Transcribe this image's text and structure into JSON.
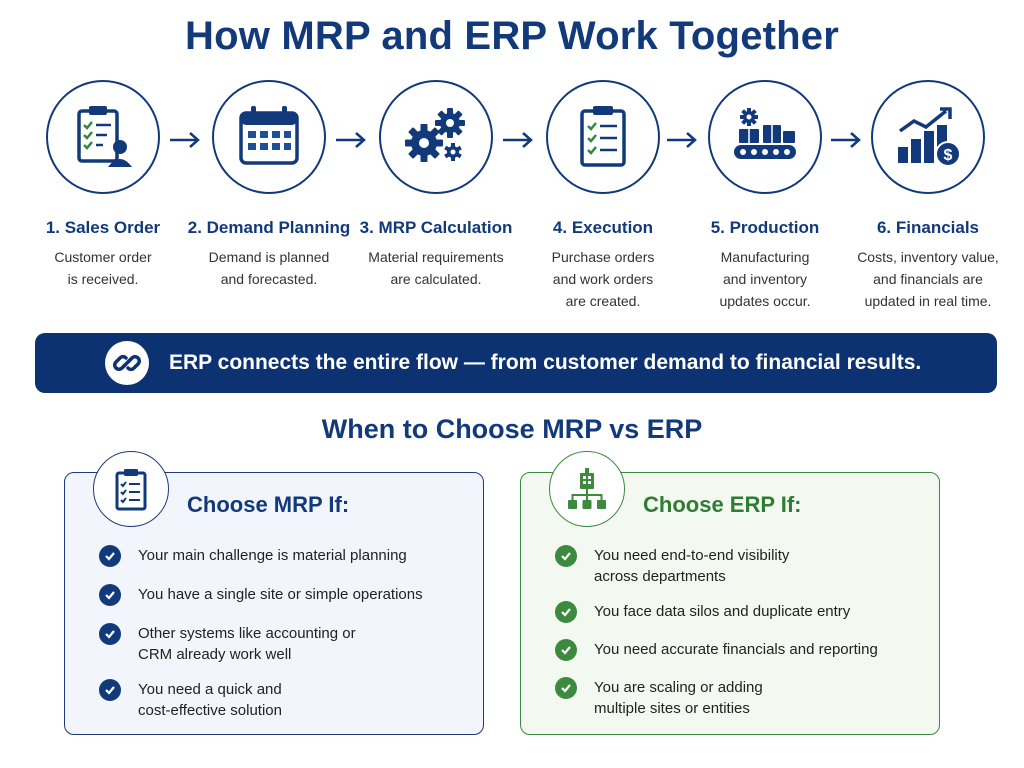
{
  "title": "How MRP and ERP Work Together",
  "steps": [
    {
      "title": "1. Sales Order",
      "desc_line1": "Customer order",
      "desc_line2": "is received.",
      "desc_line3": "",
      "icon": "clipboard-user-icon"
    },
    {
      "title": "2. Demand Planning",
      "desc_line1": "Demand is planned",
      "desc_line2": "and forecasted.",
      "desc_line3": "",
      "icon": "calendar-icon"
    },
    {
      "title": "3. MRP Calculation",
      "desc_line1": "Material requirements",
      "desc_line2": "are calculated.",
      "desc_line3": "",
      "icon": "gears-icon"
    },
    {
      "title": "4. Execution",
      "desc_line1": "Purchase orders",
      "desc_line2": "and work orders",
      "desc_line3": "are created.",
      "icon": "checklist-icon"
    },
    {
      "title": "5. Production",
      "desc_line1": "Manufacturing",
      "desc_line2": "and inventory",
      "desc_line3": "updates occur.",
      "icon": "conveyor-icon"
    },
    {
      "title": "6. Financials",
      "desc_line1": "Costs, inventory value,",
      "desc_line2": "and financials are",
      "desc_line3": "updated in real time.",
      "icon": "chart-dollar-icon"
    }
  ],
  "banner": {
    "text": "ERP connects the entire flow — from customer demand to financial results.",
    "icon": "link-icon"
  },
  "subtitle": "When to Choose MRP vs ERP",
  "mrp_card": {
    "title": "Choose MRP If:",
    "icon": "clipboard-icon",
    "items": [
      {
        "line1": "Your main challenge is material planning",
        "line2": ""
      },
      {
        "line1": "You have a single site or simple operations",
        "line2": ""
      },
      {
        "line1": "Other systems like accounting or",
        "line2": "CRM already work well"
      },
      {
        "line1": "You need a quick and",
        "line2": "cost-effective solution"
      }
    ]
  },
  "erp_card": {
    "title": "Choose ERP If:",
    "icon": "org-building-icon",
    "items": [
      {
        "line1": "You need end-to-end visibility",
        "line2": "across departments"
      },
      {
        "line1": "You face data silos and duplicate entry",
        "line2": ""
      },
      {
        "line1": "You need accurate financials and reporting",
        "line2": ""
      },
      {
        "line1": "You are scaling or adding",
        "line2": "multiple sites or entities"
      }
    ]
  },
  "colors": {
    "navy": "#123a7a",
    "banner": "#0d3271",
    "green": "#3b8a3e",
    "mrp_bg": "#f2f5fc",
    "erp_bg": "#f3f8f1"
  }
}
